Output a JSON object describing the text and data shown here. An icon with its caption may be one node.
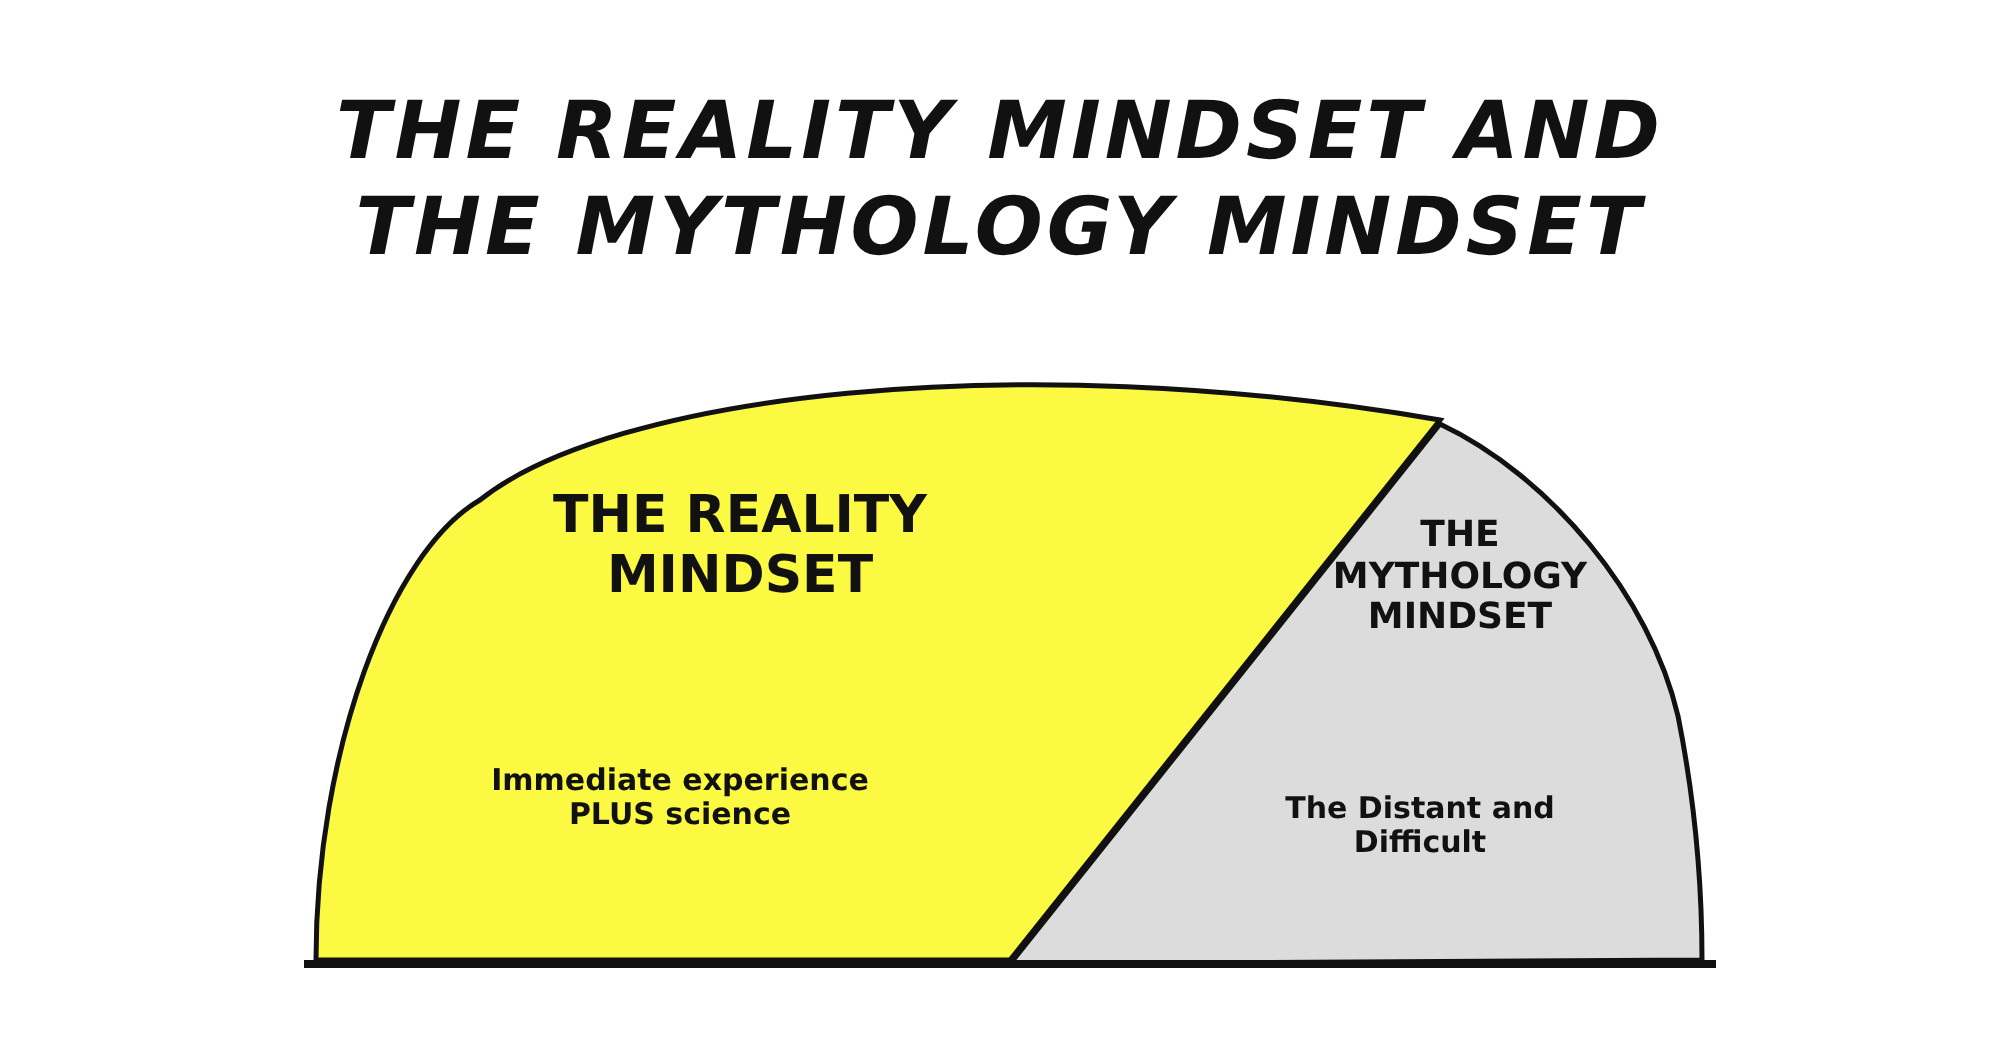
{
  "diagram": {
    "title": "THE REALITY MINDSET AND THE MYTHOLOGY MINDSET",
    "nodes": [
      {
        "text": [
          "THE REALITY MINDSET",
          "Immediate experience PLUS science"
        ]
      },
      {
        "text": [
          "THE MYTHOLOGY MINDSET",
          "The Distant and Difficult"
        ]
      }
    ]
  }
}
